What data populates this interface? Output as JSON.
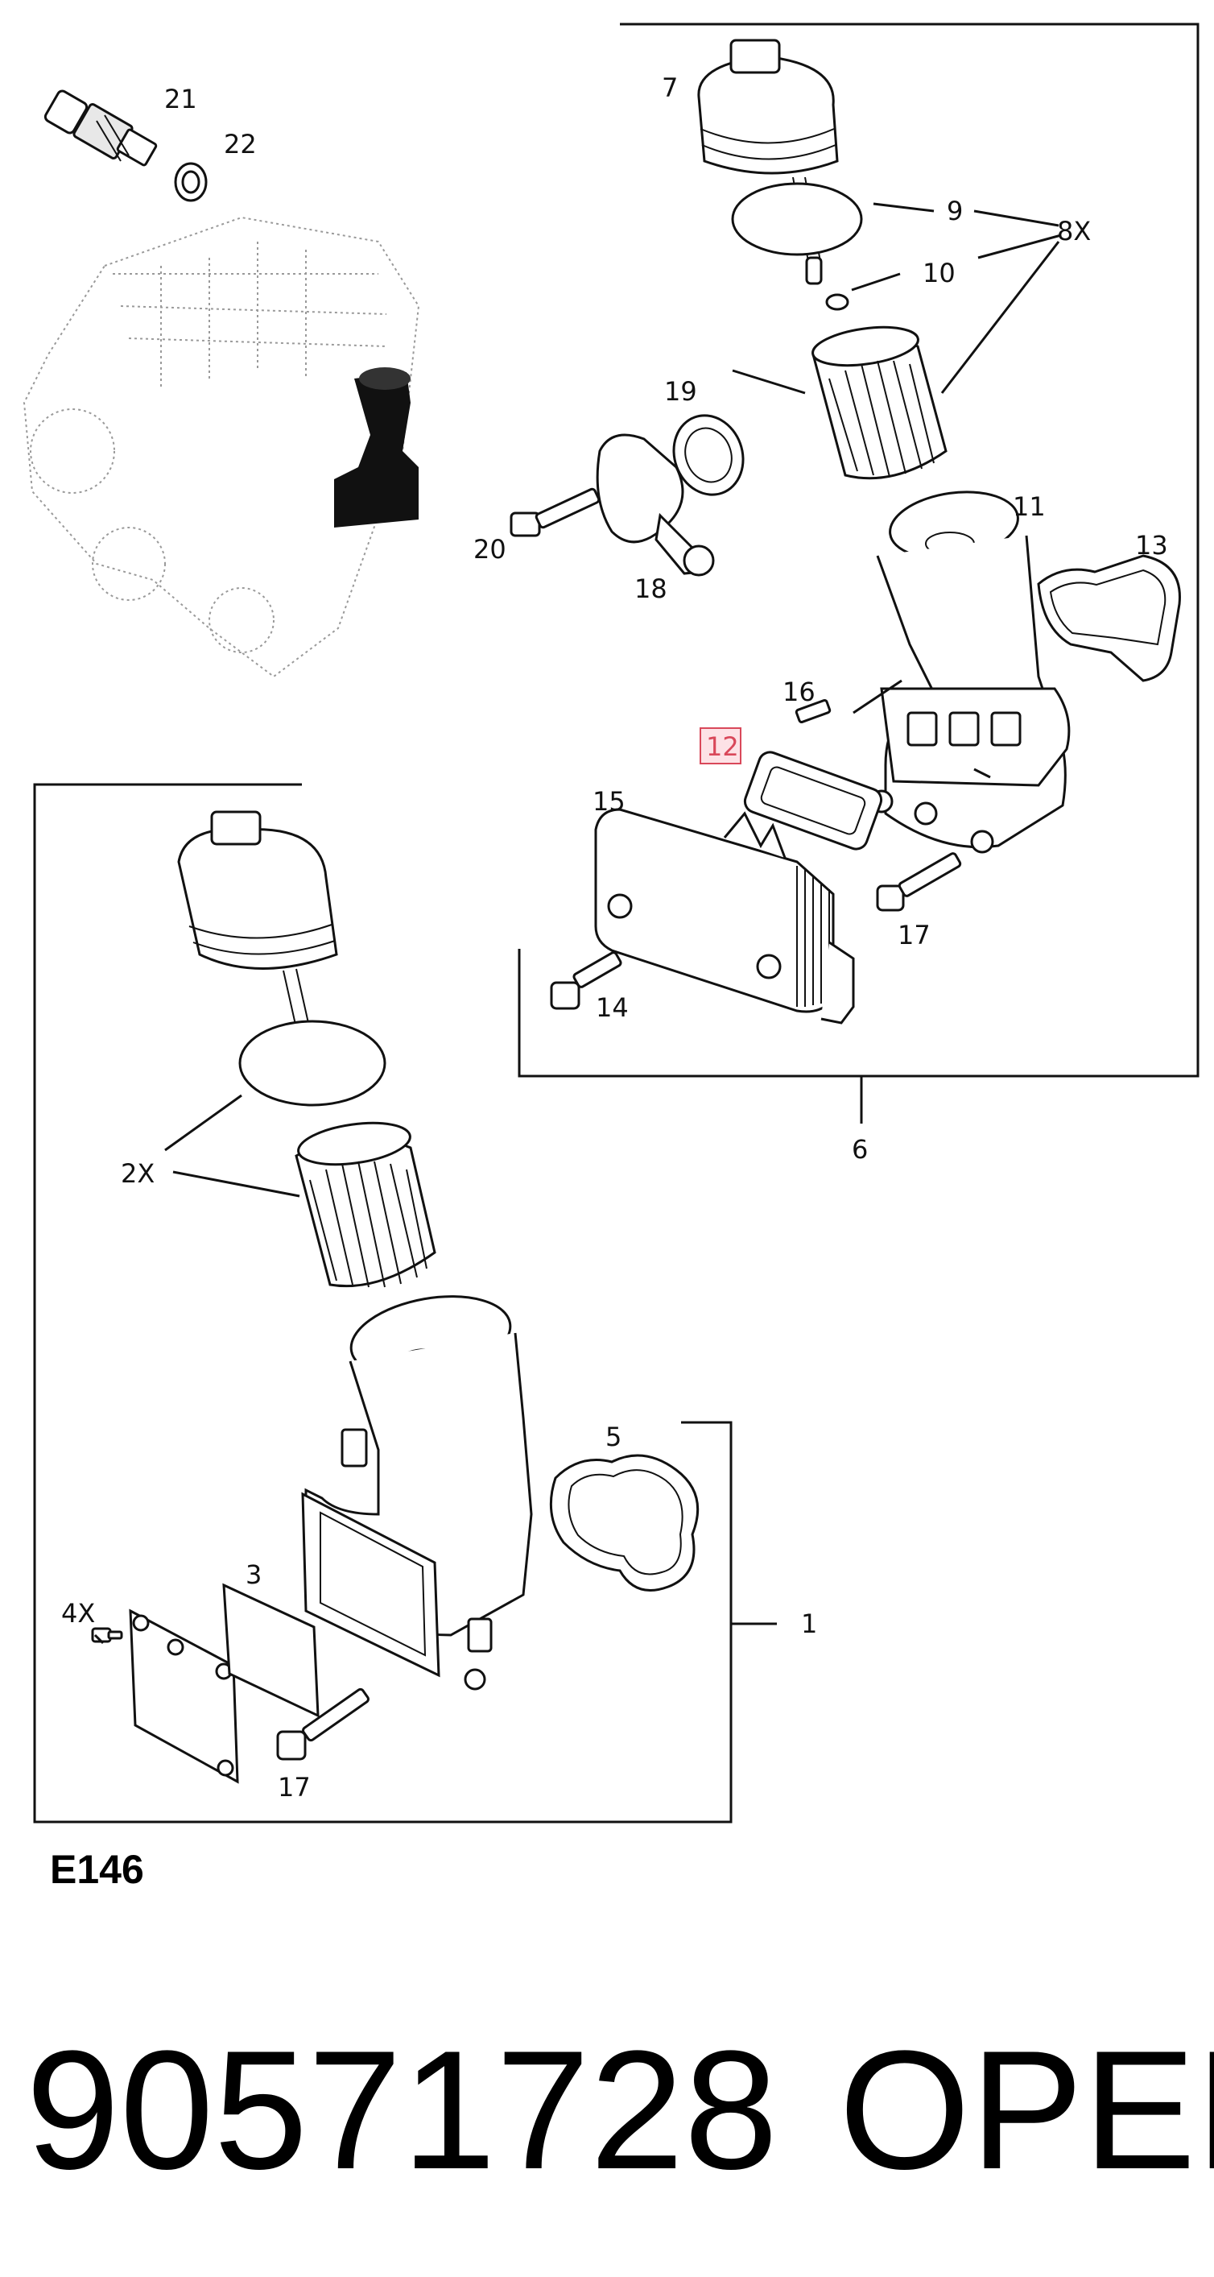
{
  "diagram_code": "E146",
  "part_number": "90571728",
  "brand": "OPEL",
  "callouts": {
    "c1": "1",
    "c2x": "2X",
    "c3": "3",
    "c4x": "4X",
    "c5": "5",
    "c6": "6",
    "c7": "7",
    "c8x": "8X",
    "c9": "9",
    "c10": "10",
    "c11": "11",
    "c12": "12",
    "c13": "13",
    "c14": "14",
    "c15": "15",
    "c16": "16",
    "c17a": "17",
    "c17b": "17",
    "c18": "18",
    "c19": "19",
    "c20": "20",
    "c21": "21",
    "c22": "22"
  },
  "colors": {
    "highlight": "#d9485a",
    "highlight_fill": "#fde2e6",
    "ink": "#111111"
  }
}
